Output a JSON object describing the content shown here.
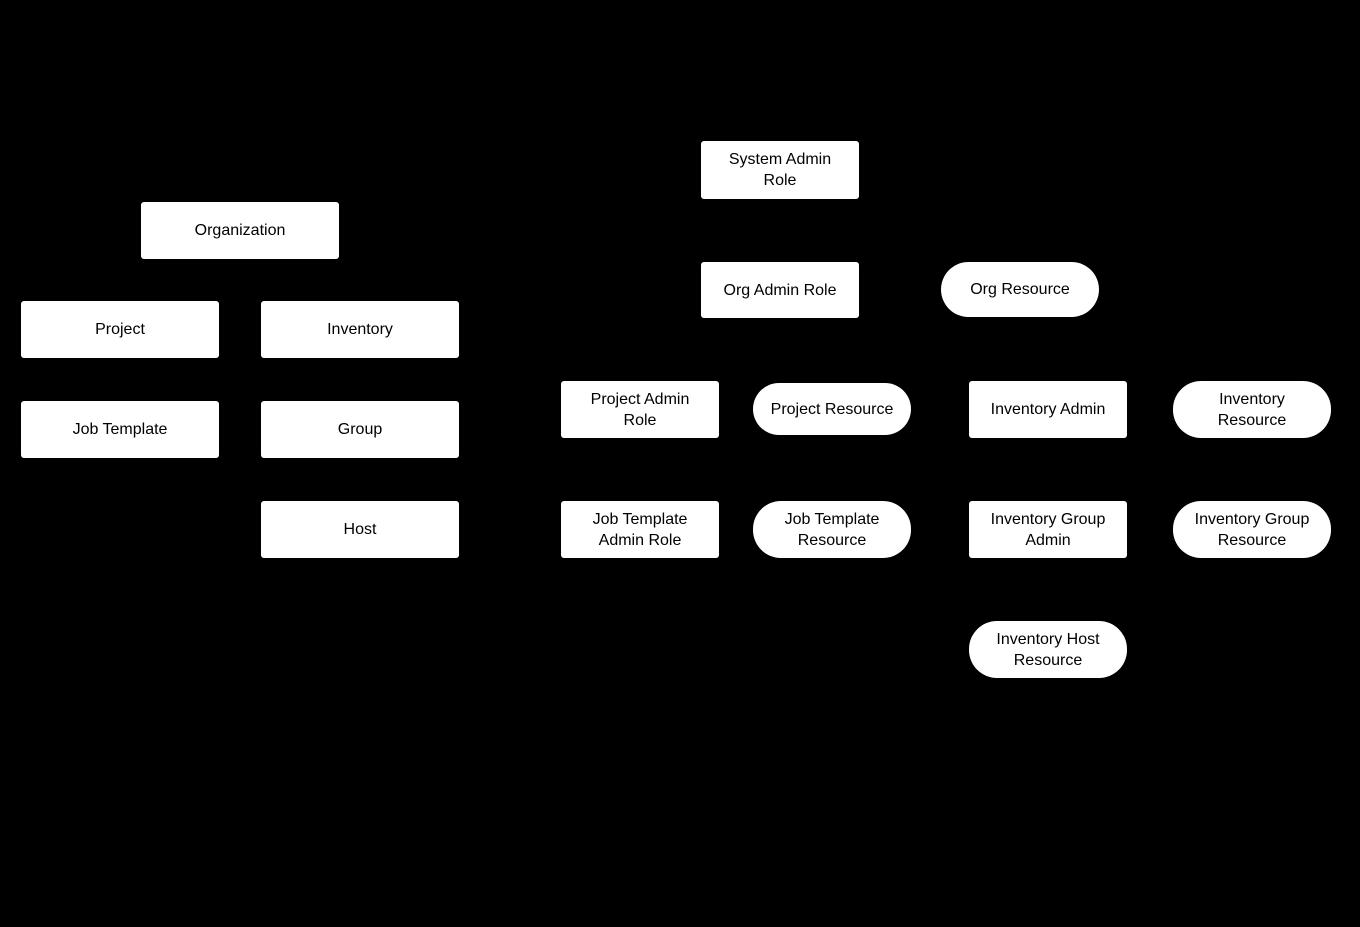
{
  "canvas": {
    "background": "#000000",
    "node_fill": "#ffffff",
    "node_text_color": "#000000"
  },
  "nodes": {
    "organization": {
      "label": "Organization",
      "shape": "rect"
    },
    "project": {
      "label": "Project",
      "shape": "rect"
    },
    "inventory": {
      "label": "Inventory",
      "shape": "rect"
    },
    "job_template": {
      "label": "Job Template",
      "shape": "rect"
    },
    "group": {
      "label": "Group",
      "shape": "rect"
    },
    "host": {
      "label": "Host",
      "shape": "rect"
    },
    "system_admin_role": {
      "label": [
        "System Admin",
        "Role"
      ],
      "shape": "rect"
    },
    "org_admin_role": {
      "label": "Org Admin Role",
      "shape": "rect"
    },
    "org_resource": {
      "label": "Org Resource",
      "shape": "pill"
    },
    "project_admin_role": {
      "label": [
        "Project Admin",
        "Role"
      ],
      "shape": "rect"
    },
    "project_resource": {
      "label": "Project Resource",
      "shape": "pill"
    },
    "inventory_admin": {
      "label": "Inventory Admin",
      "shape": "rect"
    },
    "inventory_resource": {
      "label": [
        "Inventory",
        "Resource"
      ],
      "shape": "pill"
    },
    "job_template_admin_role": {
      "label": [
        "Job Template",
        "Admin Role"
      ],
      "shape": "rect"
    },
    "job_template_resource": {
      "label": [
        "Job Template",
        "Resource"
      ],
      "shape": "pill"
    },
    "inventory_group_admin": {
      "label": [
        "Inventory Group",
        "Admin"
      ],
      "shape": "rect"
    },
    "inventory_group_resource": {
      "label": [
        "Inventory Group",
        "Resource"
      ],
      "shape": "pill"
    },
    "inventory_host_resource": {
      "label": [
        "Inventory Host",
        "Resource"
      ],
      "shape": "pill"
    }
  }
}
